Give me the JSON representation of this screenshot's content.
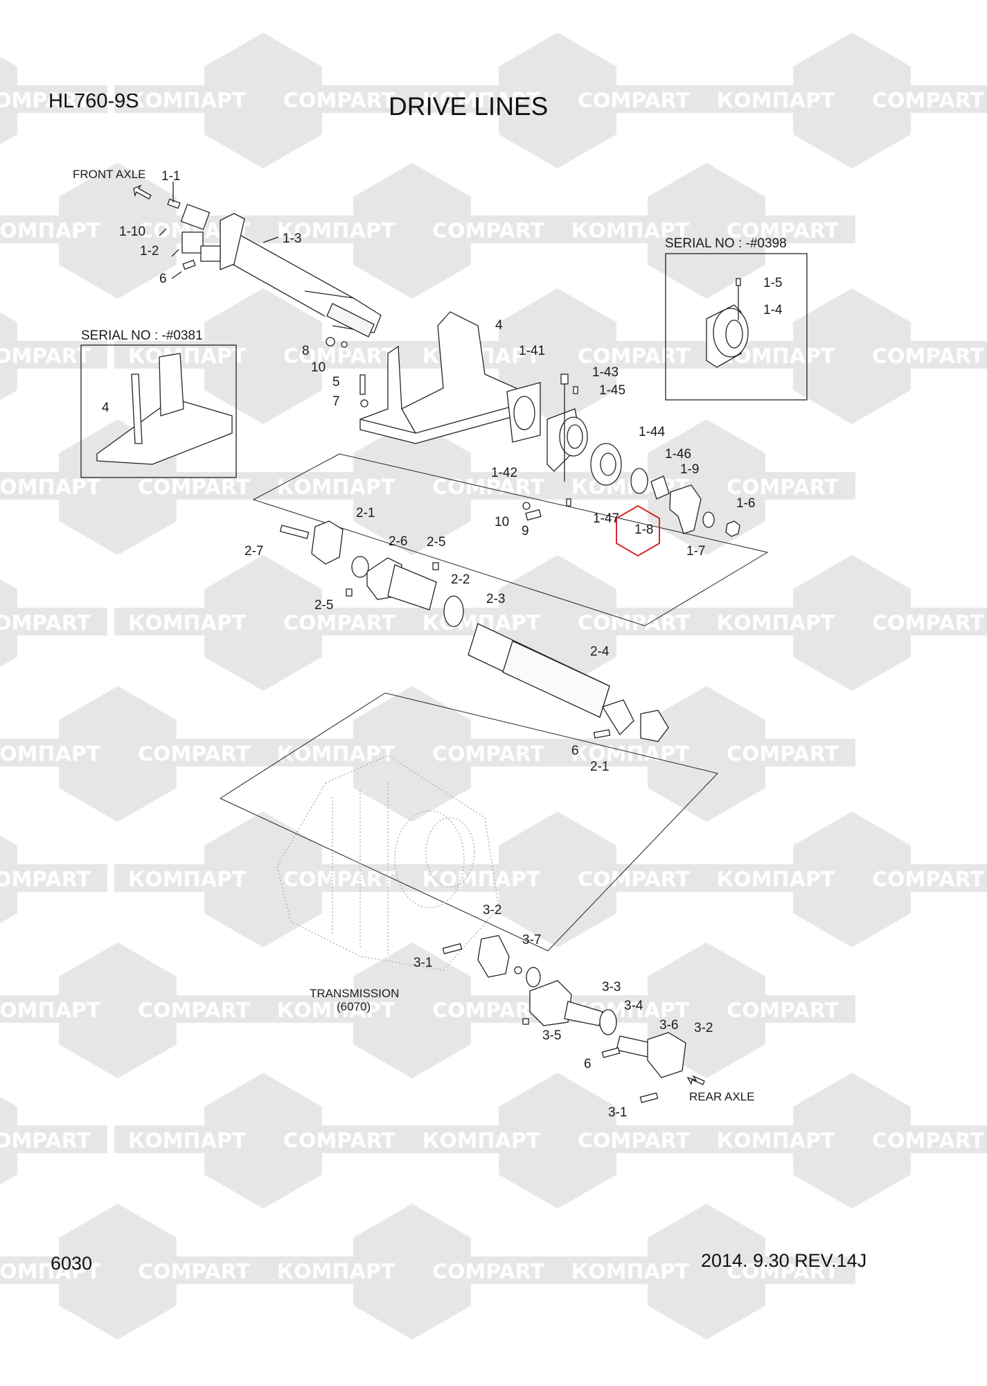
{
  "header": {
    "model": "HL760-9S",
    "title": "DRIVE LINES"
  },
  "footer": {
    "page_number": "6030",
    "revision": "2014. 9.30  REV.14J"
  },
  "watermark": {
    "text_ru": "КОМПАРТ",
    "text_en": "COMPART",
    "color": "#e6e6e6"
  },
  "highlight_color": "#d9262c",
  "annotations": {
    "front_axle": "FRONT AXLE",
    "rear_axle": "REAR AXLE",
    "serial_0398": "SERIAL NO : -#0398",
    "serial_0381": "SERIAL NO : -#0381",
    "transmission": "TRANSMISSION",
    "transmission_ref": "(6070)"
  },
  "callouts": [
    {
      "id": "1-1"
    },
    {
      "id": "1-10"
    },
    {
      "id": "1-2"
    },
    {
      "id": "6"
    },
    {
      "id": "1-3"
    },
    {
      "id": "1-5"
    },
    {
      "id": "1-4"
    },
    {
      "id": "4"
    },
    {
      "id": "8"
    },
    {
      "id": "10"
    },
    {
      "id": "1-41"
    },
    {
      "id": "1-43"
    },
    {
      "id": "1-45"
    },
    {
      "id": "5"
    },
    {
      "id": "7"
    },
    {
      "id": "4"
    },
    {
      "id": "1-44"
    },
    {
      "id": "1-46"
    },
    {
      "id": "1-9"
    },
    {
      "id": "1-42"
    },
    {
      "id": "2-1"
    },
    {
      "id": "1-6"
    },
    {
      "id": "10"
    },
    {
      "id": "1-47"
    },
    {
      "id": "1-8"
    },
    {
      "id": "9"
    },
    {
      "id": "2-7"
    },
    {
      "id": "2-6"
    },
    {
      "id": "2-5"
    },
    {
      "id": "1-7"
    },
    {
      "id": "2-2"
    },
    {
      "id": "2-5"
    },
    {
      "id": "2-3"
    },
    {
      "id": "2-4"
    },
    {
      "id": "6"
    },
    {
      "id": "2-1"
    },
    {
      "id": "3-2"
    },
    {
      "id": "3-7"
    },
    {
      "id": "3-1"
    },
    {
      "id": "3-3"
    },
    {
      "id": "3-4"
    },
    {
      "id": "3-6"
    },
    {
      "id": "3-2"
    },
    {
      "id": "3-5"
    },
    {
      "id": "6"
    },
    {
      "id": "3-1"
    }
  ],
  "highlighted_part": "1-8"
}
